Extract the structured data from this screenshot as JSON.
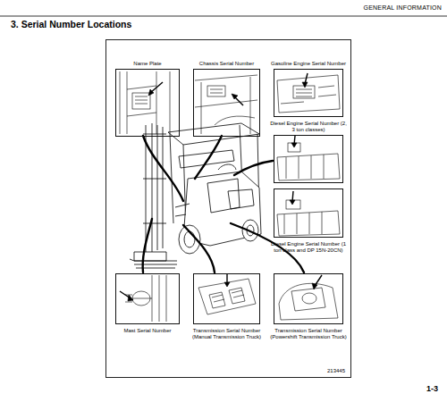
{
  "diagram": {
    "title": "3. Serial Number Locations",
    "nodes": [
      {
        "text": [
          "213445"
        ]
      },
      {
        "text": [
          "Name Plate"
        ],
        "in": 0
      },
      {
        "text": [
          "Chassis Serial Number"
        ],
        "in": 0
      },
      {
        "text": [
          "Gasoline Engine Serial Number"
        ],
        "in": 0
      },
      {
        "text": [
          "Diesel Engine Serial Number (2, 3 ton classes)"
        ],
        "in": 0
      },
      {
        "text": [
          "Diesel Engine Serial Number (1 ton class and DP 15N-20CN)"
        ],
        "in": 0
      },
      {
        "text": [
          "Mast Serial Number"
        ],
        "in": 0
      },
      {
        "text": [
          "Transmission Serial Number (Manual Transmission Truck)"
        ],
        "in": 0
      },
      {
        "text": [
          "Transmission Serial Number (Powershift Transmission Truck)"
        ],
        "in": 0
      }
    ],
    "labels": [
      "GENERAL INFORMATION",
      "1-3"
    ]
  }
}
